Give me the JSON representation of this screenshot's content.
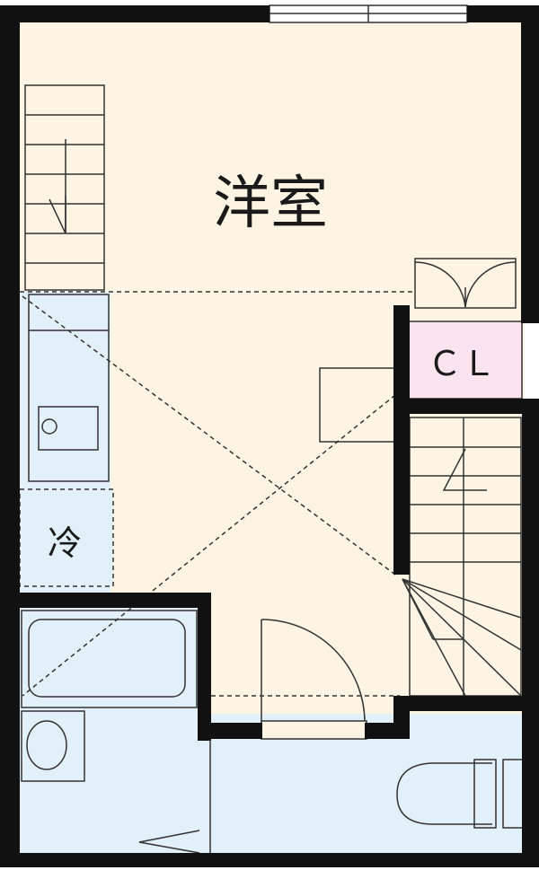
{
  "floorplan": {
    "rooms": {
      "western_room": {
        "label": "洋室"
      },
      "closet": {
        "label": "ＣＬ"
      },
      "fridge_space": {
        "label": "冷"
      }
    },
    "colors": {
      "background": "#ffffff",
      "living_floor": "#fdf4e3",
      "wet_area": "#e2f0fa",
      "closet": "#fbe4ee",
      "wall": "#111111",
      "line": "#333333"
    }
  }
}
